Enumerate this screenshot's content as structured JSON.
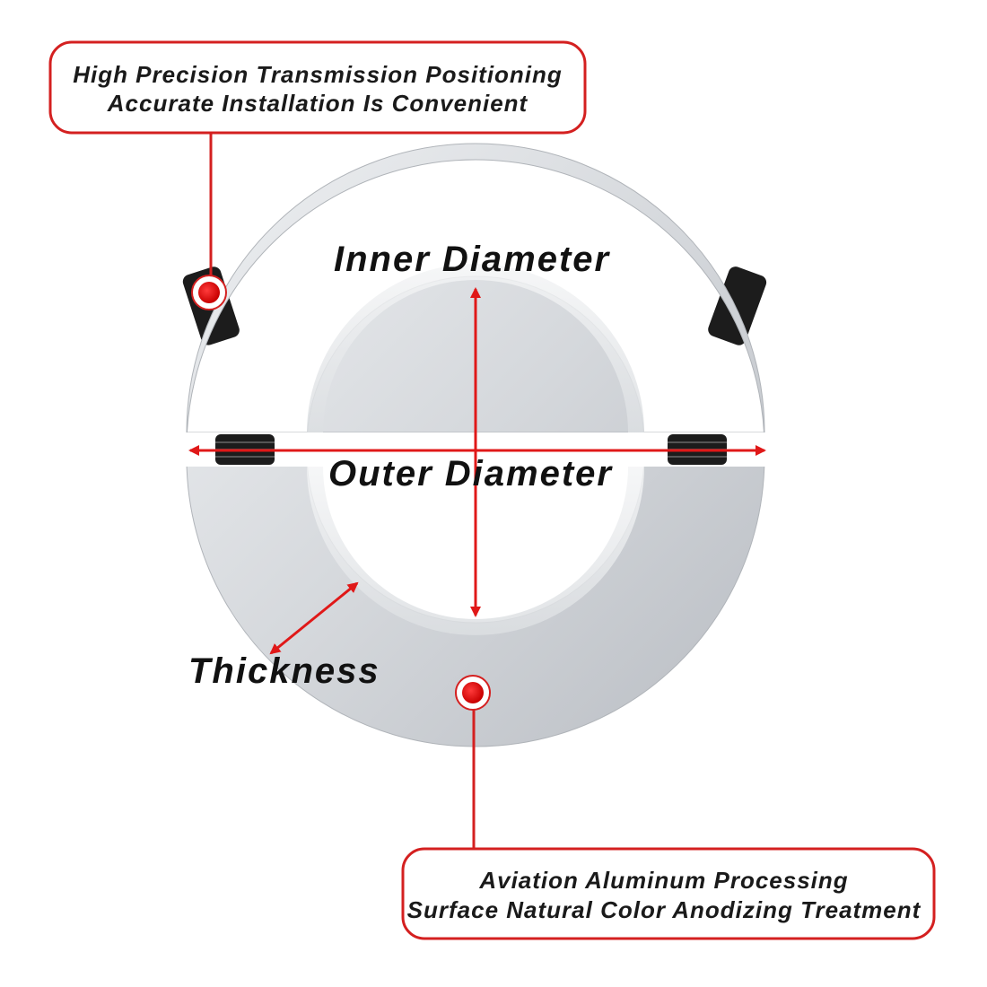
{
  "callouts": {
    "top": {
      "line1": "High Precision Transmission Positioning",
      "line2": "Accurate Installation Is Convenient"
    },
    "bottom": {
      "line1": "Aviation Aluminum Processing",
      "line2": "Surface Natural Color Anodizing Treatment"
    }
  },
  "labels": {
    "inner_diameter": "Inner Diameter",
    "outer_diameter": "Outer Diameter",
    "thickness": "Thickness"
  },
  "colors": {
    "accent": "#e01818",
    "callout_border": "#d42020",
    "metal_light": "#e4e6e9",
    "metal_mid": "#c9ccd1",
    "metal_dark": "#a9adb3",
    "screw": "#1c1c1c"
  },
  "icons": {
    "marker": "red-dot-marker-icon"
  }
}
